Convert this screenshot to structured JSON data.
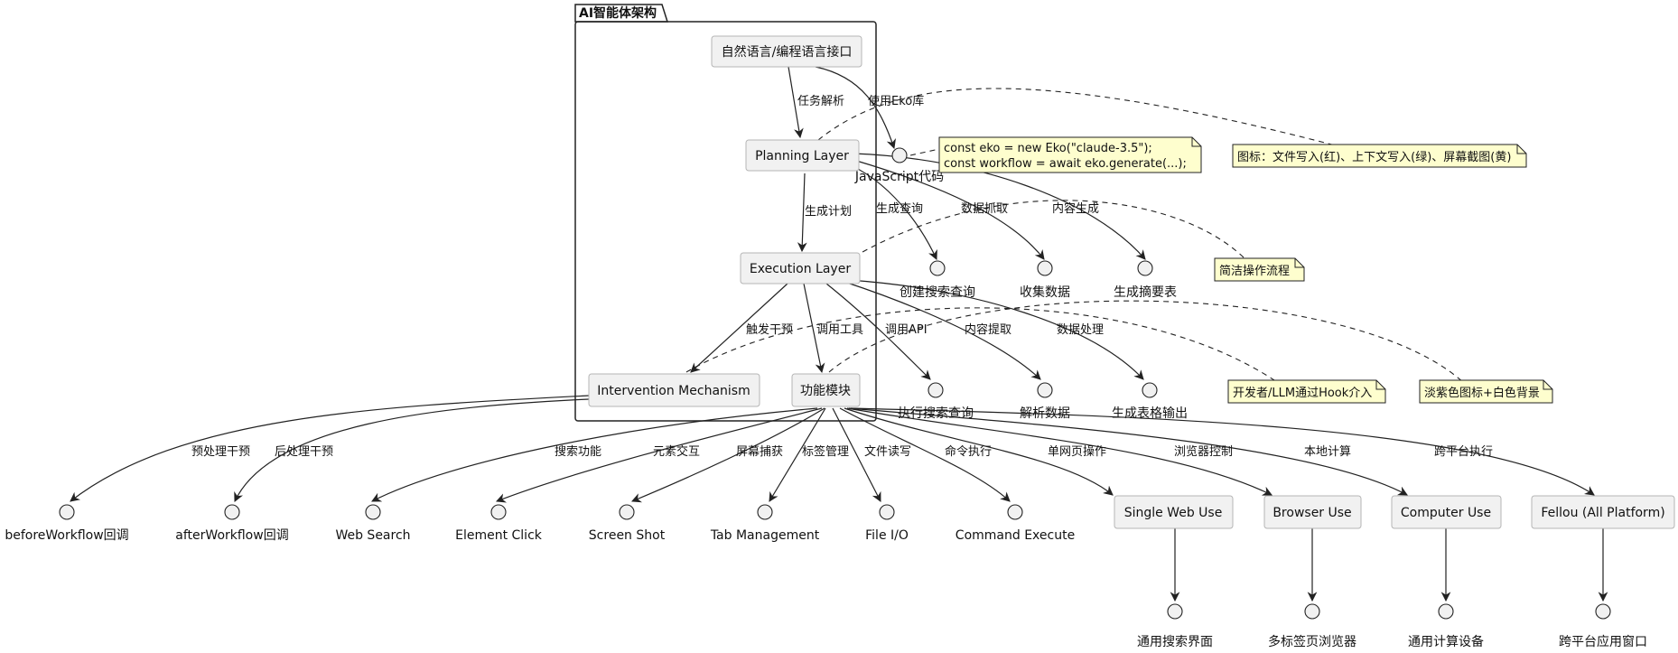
{
  "package": {
    "title": "AI智能体架构"
  },
  "nodes": {
    "interface": "自然语言/编程语言接口",
    "planning": "Planning Layer",
    "execution": "Execution Layer",
    "intervention": "Intervention Mechanism",
    "modules": "功能模块",
    "single_web": "Single Web Use",
    "browser": "Browser Use",
    "computer": "Computer Use",
    "fellou": "Fellou (All Platform)"
  },
  "interfaces": {
    "js_code": "JavaScript代码",
    "create_search": "创建搜索查询",
    "collect_data": "收集数据",
    "gen_summary": "生成摘要表",
    "exec_search": "执行搜索查询",
    "parse_data": "解析数据",
    "gen_table": "生成表格输出",
    "before_wf": "beforeWorkflow回调",
    "after_wf": "afterWorkflow回调",
    "web_search": "Web Search",
    "element_click": "Element Click",
    "screen_shot": "Screen Shot",
    "tab_mgmt": "Tab Management",
    "file_io": "File I/O",
    "cmd_exec": "Command Execute",
    "generic_search": "通用搜索界面",
    "multi_tab": "多标签页浏览器",
    "generic_device": "通用计算设备",
    "cross_window": "跨平台应用窗口"
  },
  "edges": {
    "task_parse": "任务解析",
    "use_eko": "使用Eko库",
    "gen_plan": "生成计划",
    "gen_query": "生成查询",
    "data_fetch": "数据抓取",
    "content_gen": "内容生成",
    "trigger": "触发干预",
    "call_tool": "调用工具",
    "call_api": "调用API",
    "content_extract": "内容提取",
    "data_process": "数据处理",
    "pre_intervene": "预处理干预",
    "post_intervene": "后处理干预",
    "search_fn": "搜索功能",
    "elem_interact": "元素交互",
    "screen_capture": "屏幕捕获",
    "tab_manage": "标签管理",
    "file_rw": "文件读写",
    "cmd_run": "命令执行",
    "single_page_op": "单网页操作",
    "browser_ctrl": "浏览器控制",
    "local_compute": "本地计算",
    "cross_exec": "跨平台执行"
  },
  "notes": {
    "code_line1": "const eko = new Eko(\"claude-3.5\");",
    "code_line2": "const workflow = await eko.generate(...);",
    "icons": "图标：文件写入(红)、上下文写入(绿)、屏幕截图(黄)",
    "simple_flow": "简洁操作流程",
    "hook": "开发者/LLM通过Hook介入",
    "color": "淡紫色图标+白色背景"
  }
}
